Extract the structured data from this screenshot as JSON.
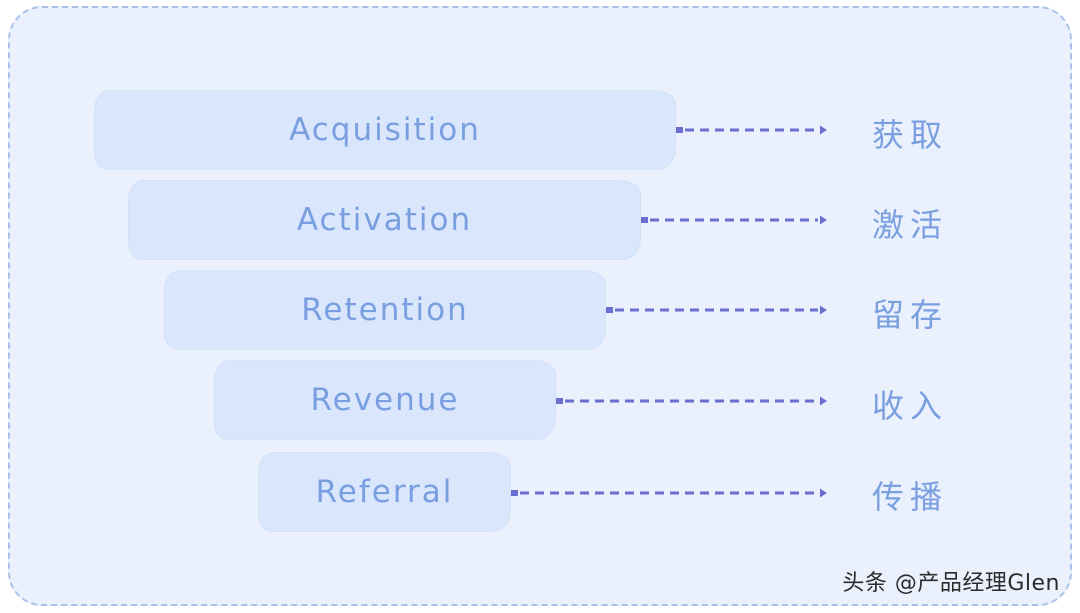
{
  "funnel": {
    "stages": [
      {
        "label": "Acquisition",
        "translation": "获取"
      },
      {
        "label": "Activation",
        "translation": "激活"
      },
      {
        "label": "Retention",
        "translation": "留存"
      },
      {
        "label": "Revenue",
        "translation": "收入"
      },
      {
        "label": "Referral",
        "translation": "传播"
      }
    ]
  },
  "colors": {
    "frame_bg": "#eaf1fd",
    "frame_border": "#a9c0e8",
    "bar_fill": "#d9e6fb",
    "text": "#7a9fe0",
    "connector": "#6a6fd0"
  },
  "watermark": "头条 @产品经理Glen"
}
